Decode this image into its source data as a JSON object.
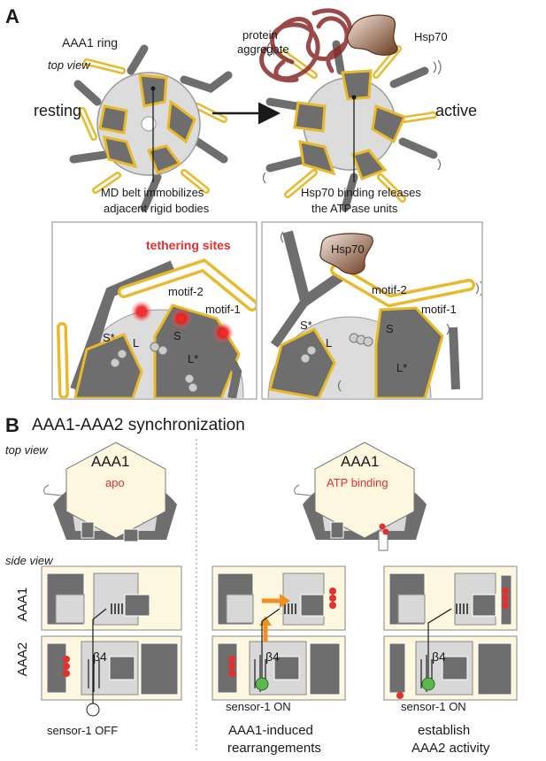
{
  "panel_a": {
    "label": "A",
    "ring_title": "AAA1 ring",
    "top_view": "top view",
    "resting": "resting",
    "active": "active",
    "protein_aggregate": [
      "protein",
      "aggregate"
    ],
    "hsp70": "Hsp70",
    "md_belt": [
      "MD belt immobilizes",
      "adjacent rigid bodies"
    ],
    "hsp70_binding": [
      "Hsp70 binding releases",
      "the ATPase units"
    ],
    "zoom_left": {
      "title": "tethering sites",
      "motif2": "motif-2",
      "motif1": "motif-1",
      "s_star": "S*",
      "s": "S",
      "l": "L",
      "l_star": "L*"
    },
    "zoom_right": {
      "hsp70": "Hsp70",
      "motif2": "motif-2",
      "motif1": "motif-1",
      "s_star": "S*",
      "s": "S",
      "l": "L",
      "l_star": "L*"
    }
  },
  "panel_b": {
    "label": "B",
    "title": "AAA1-AAA2 synchronization",
    "top_view": "top view",
    "side_view": "side view",
    "aaa1": "AAA1",
    "apo": "apo",
    "atp_binding": "ATP binding",
    "row_aaa1": "AAA1",
    "row_aaa2": "AAA2",
    "beta4": "β4",
    "sensor_off": "sensor-1 OFF",
    "sensor_on": "sensor-1 ON",
    "caption_mid": [
      "AAA1-induced",
      "rearrangements"
    ],
    "caption_right": [
      "establish",
      "AAA2 activity"
    ]
  },
  "colors": {
    "dark_gray": "#6e6e6e",
    "light_gray": "#d8d8d8",
    "yellow_outline": "#e8b92a",
    "cream": "#fdf7e0",
    "red_site": "#e03030",
    "orange_arrow": "#f0901e",
    "green_sensor": "#5ab94a",
    "aggregate": "#8a2a2a",
    "hsp70_brown": "#7a4a2a"
  }
}
